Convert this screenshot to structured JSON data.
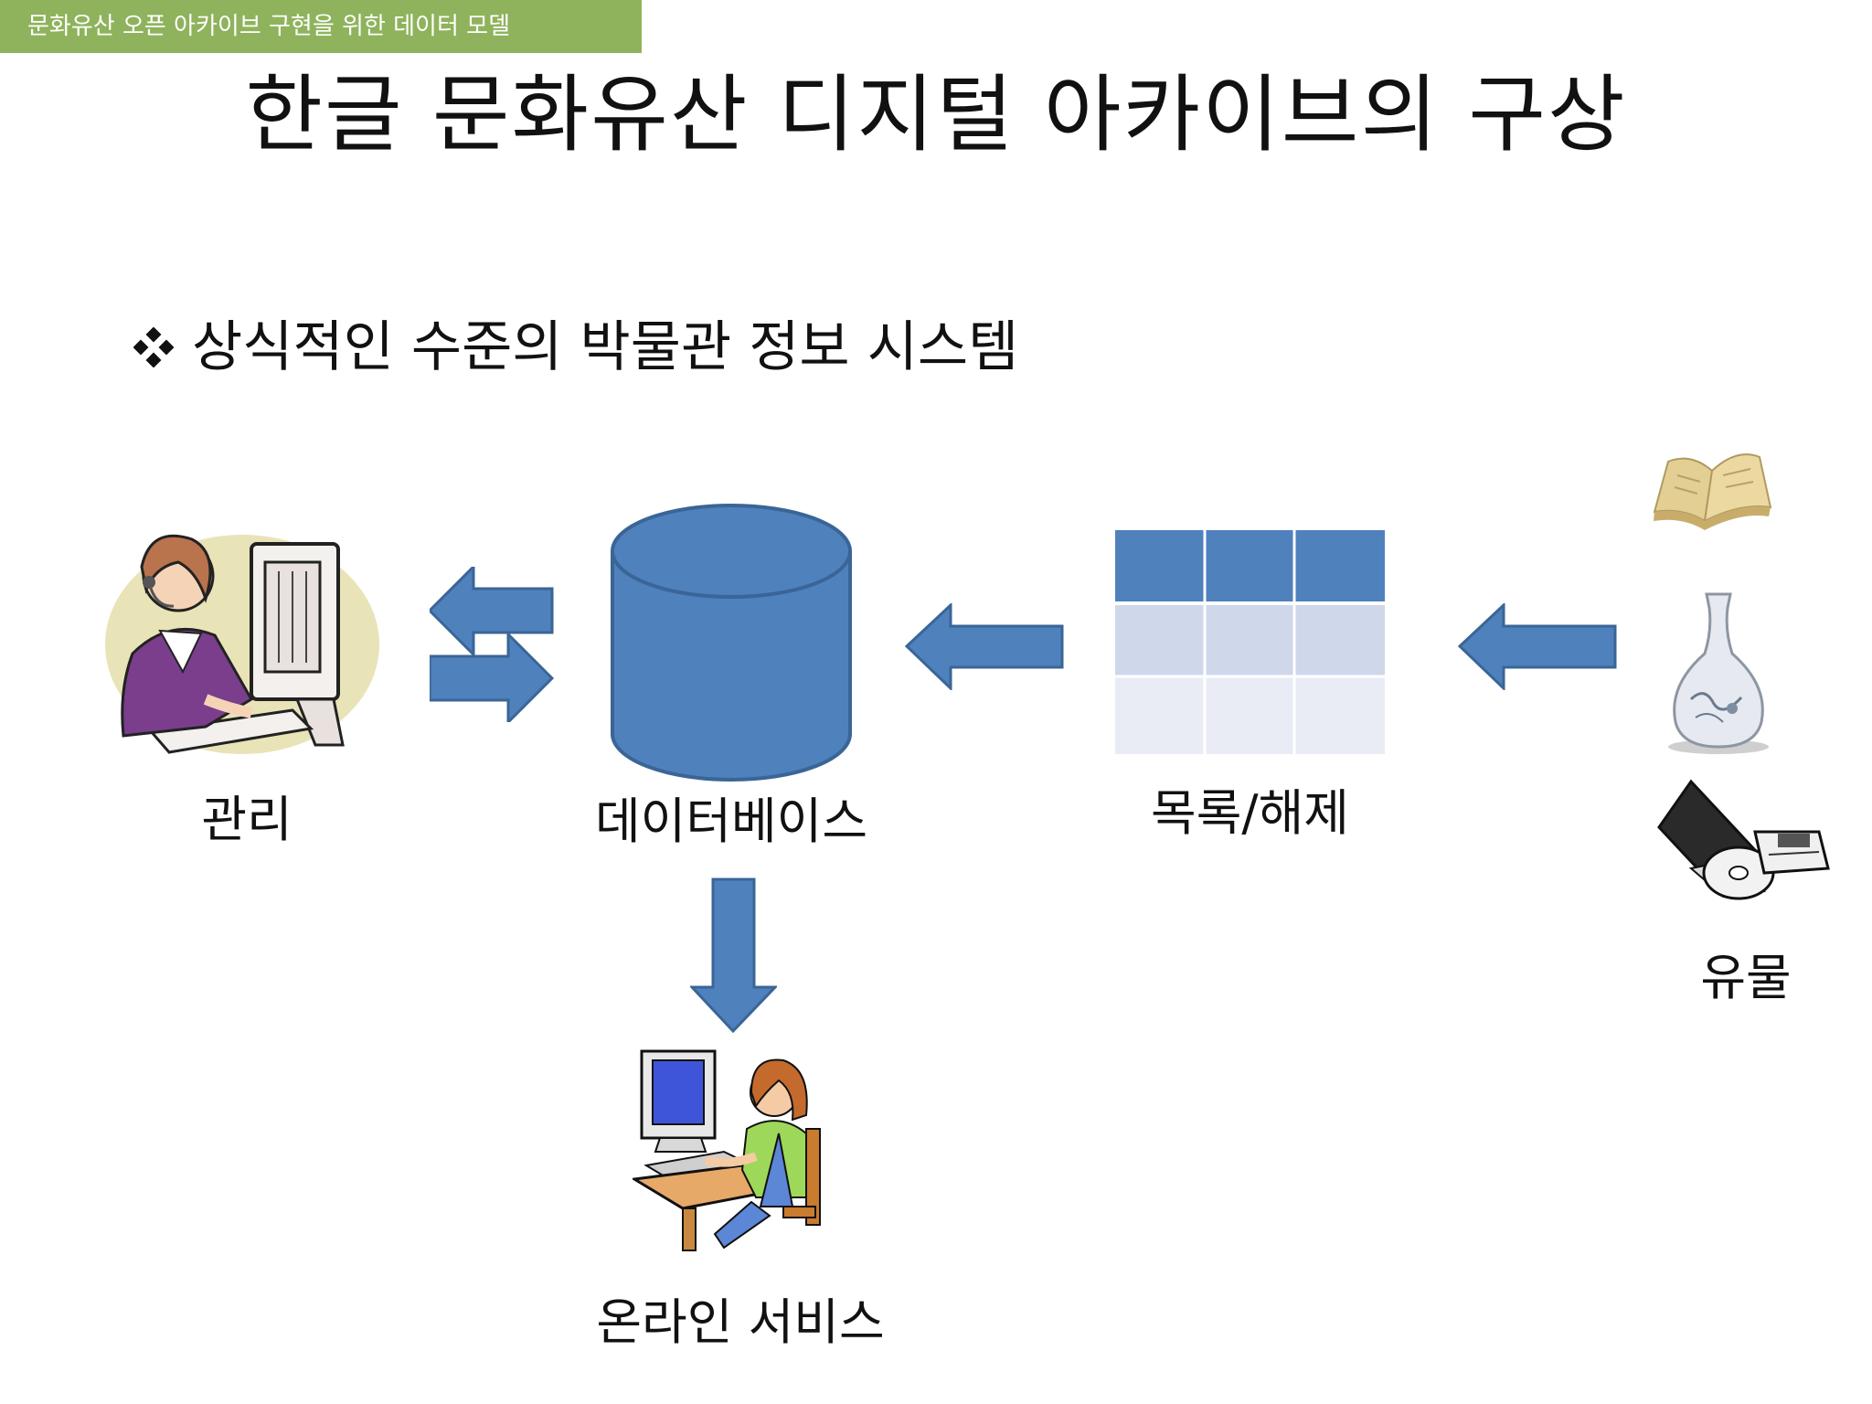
{
  "header": {
    "tag": "문화유산 오픈 아카이브 구현을 위한 데이터 모델"
  },
  "title": "한글 문화유산 디지털 아카이브의 구상",
  "bullet": {
    "text": "상식적인 수준의 박물관 정보 시스템"
  },
  "nodes": {
    "admin": {
      "label": "관리",
      "icon": "operator-at-computer"
    },
    "database": {
      "label": "데이터베이스",
      "icon": "database-cylinder"
    },
    "catalog": {
      "label": "목록/해제",
      "icon": "table-grid"
    },
    "artifacts": {
      "label": "유물",
      "icons": [
        "book",
        "vase",
        "cd-and-floppy"
      ]
    },
    "online": {
      "label": "온라인 서비스",
      "icon": "person-at-computer"
    }
  },
  "colors": {
    "accent": "#4f81bd",
    "accent_border": "#3a6596",
    "header_bg": "#8fb35c",
    "table_header": "#4f81bd",
    "table_row1": "#cfd8ea",
    "table_row2": "#e9ecf4"
  }
}
